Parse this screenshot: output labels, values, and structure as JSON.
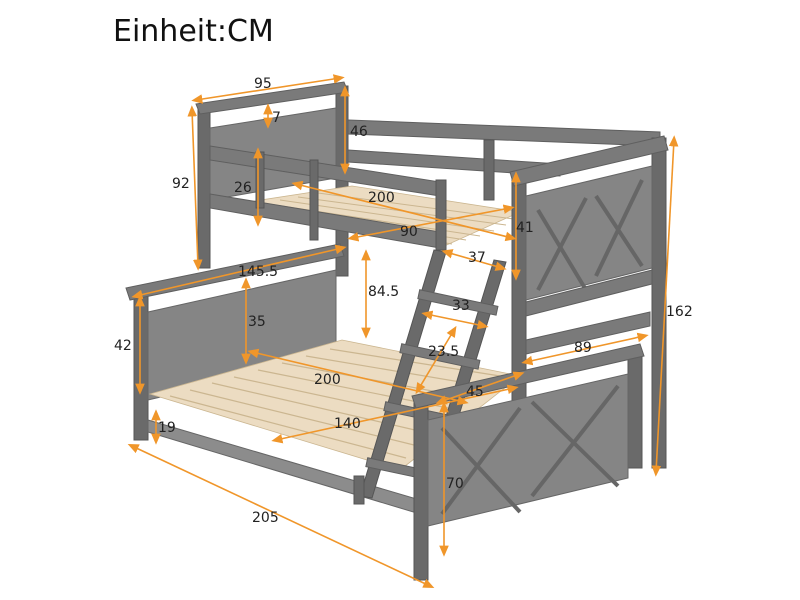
{
  "title": "Einheit:CM",
  "colors": {
    "frame": "#7a7a7a",
    "slat": "#ecdcc2",
    "dimension": "#f0962a"
  },
  "dimensions": {
    "top_width": "95",
    "top_headboard_gap": "7",
    "top_rail_height": "46",
    "top_total_height": "92",
    "top_guard_height": "26",
    "top_length": "200",
    "top_inner_width": "90",
    "ladder_opening": "37",
    "top_end_height": "41",
    "bottom_rail_length": "145.5",
    "clearance": "84.5",
    "ladder_width": "33",
    "bottom_headboard_height": "42",
    "bottom_guard_height": "35",
    "ladder_step": "23.5",
    "side_rail": "89",
    "total_height": "162",
    "bottom_length": "200",
    "ladder_depth": "45",
    "bottom_width": "140",
    "leg_height": "19",
    "footboard_height": "70",
    "total_length": "205"
  }
}
